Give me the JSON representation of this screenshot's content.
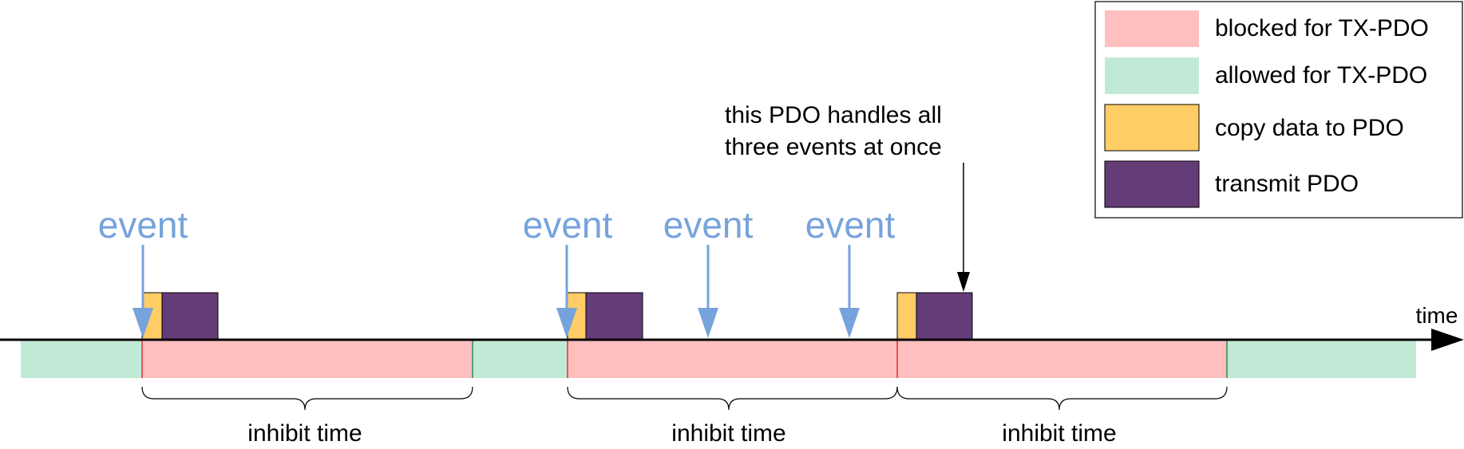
{
  "legend": {
    "items": [
      {
        "label": "blocked for TX-PDO",
        "color": "#ffbfbf",
        "bordered": false
      },
      {
        "label": "allowed for TX-PDO",
        "color": "#c1ead6",
        "bordered": false
      },
      {
        "label": "copy data to PDO",
        "color": "#ffcc66",
        "bordered": true
      },
      {
        "label": "transmit PDO",
        "color": "#643c78",
        "bordered": true
      }
    ]
  },
  "timeline": {
    "axis_label": "time",
    "event_label": "event",
    "event_color": "#77a3dc",
    "inhibit_label": "inhibit time",
    "annotation_line1": "this PDO handles all",
    "annotation_line2": "three events at once"
  }
}
